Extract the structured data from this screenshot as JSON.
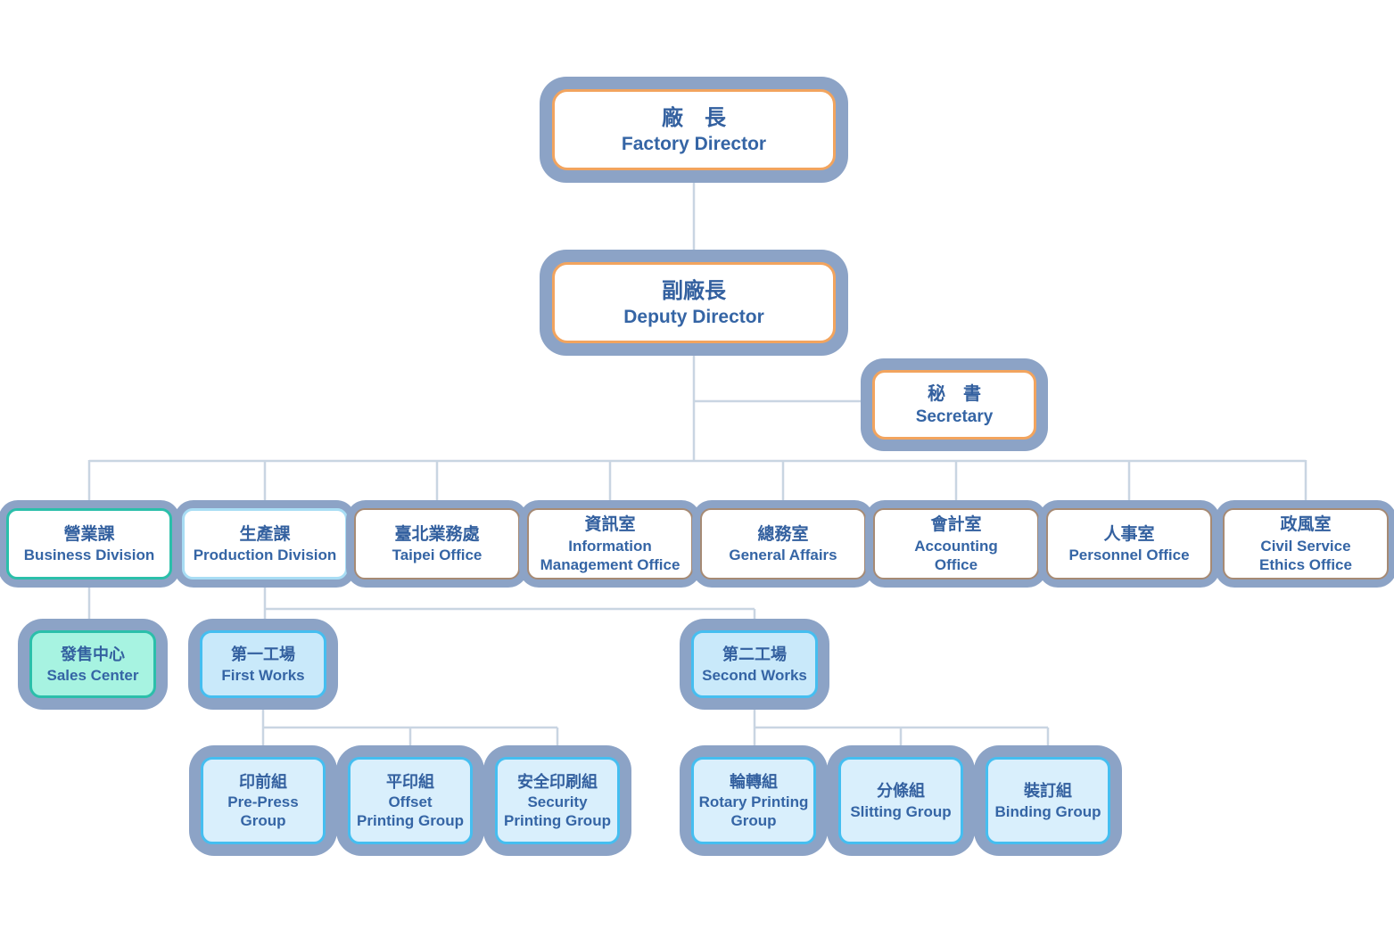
{
  "diagram_type": "org-chart",
  "nodes": {
    "factory_director": {
      "zh": "廠　長",
      "en": "Factory Director"
    },
    "deputy_director": {
      "zh": "副廠長",
      "en": "Deputy Director"
    },
    "secretary": {
      "zh": "秘　書",
      "en": "Secretary"
    },
    "business_division": {
      "zh": "營業課",
      "en": "Business Division"
    },
    "production_division": {
      "zh": "生產課",
      "en": "Production Division"
    },
    "taipei_office": {
      "zh": "臺北業務處",
      "en": "Taipei Office"
    },
    "information_office": {
      "zh": "資訊室",
      "en": "Information\nManagement Office"
    },
    "general_affairs": {
      "zh": "總務室",
      "en": "General Affairs"
    },
    "accounting_office": {
      "zh": "會計室",
      "en": "Accounting\nOffice"
    },
    "personnel_office": {
      "zh": "人事室",
      "en": "Personnel Office"
    },
    "ethics_office": {
      "zh": "政風室",
      "en": "Civil Service\nEthics Office"
    },
    "sales_center": {
      "zh": "發售中心",
      "en": "Sales Center"
    },
    "first_works": {
      "zh": "第一工場",
      "en": "First Works"
    },
    "second_works": {
      "zh": "第二工場",
      "en": "Second Works"
    },
    "pre_press_group": {
      "zh": "印前組",
      "en": "Pre-Press\nGroup"
    },
    "offset_group": {
      "zh": "平印組",
      "en": "Offset\nPrinting Group"
    },
    "security_group": {
      "zh": "安全印刷組",
      "en": "Security\nPrinting Group"
    },
    "rotary_group": {
      "zh": "輪轉組",
      "en": "Rotary Printing\nGroup"
    },
    "slitting_group": {
      "zh": "分條組",
      "en": "Slitting Group"
    },
    "binding_group": {
      "zh": "裝訂組",
      "en": "Binding Group"
    }
  },
  "edges": [
    [
      "factory_director",
      "deputy_director"
    ],
    [
      "deputy_director",
      "secretary"
    ],
    [
      "deputy_director",
      "business_division"
    ],
    [
      "deputy_director",
      "production_division"
    ],
    [
      "deputy_director",
      "taipei_office"
    ],
    [
      "deputy_director",
      "information_office"
    ],
    [
      "deputy_director",
      "general_affairs"
    ],
    [
      "deputy_director",
      "accounting_office"
    ],
    [
      "deputy_director",
      "personnel_office"
    ],
    [
      "deputy_director",
      "ethics_office"
    ],
    [
      "business_division",
      "sales_center"
    ],
    [
      "production_division",
      "first_works"
    ],
    [
      "production_division",
      "second_works"
    ],
    [
      "first_works",
      "pre_press_group"
    ],
    [
      "first_works",
      "offset_group"
    ],
    [
      "first_works",
      "security_group"
    ],
    [
      "second_works",
      "rotary_group"
    ],
    [
      "second_works",
      "slitting_group"
    ],
    [
      "second_works",
      "binding_group"
    ]
  ],
  "colors": {
    "outer_ring": "#8CA3C6",
    "connector_line": "#C9D5E2",
    "text_blue": "#33609F",
    "orange_border": "#F2A45E",
    "teal_border": "#2BBFAA",
    "teal_fill": "#A7F3E1",
    "lightblue_border": "#A8DDF4",
    "tan_border": "#A68A74",
    "blue_border": "#45BEF0",
    "blue_fill": "#C9E9FA",
    "blue_fill_light": "#D9EFFC",
    "background": "#FFFFFF"
  }
}
